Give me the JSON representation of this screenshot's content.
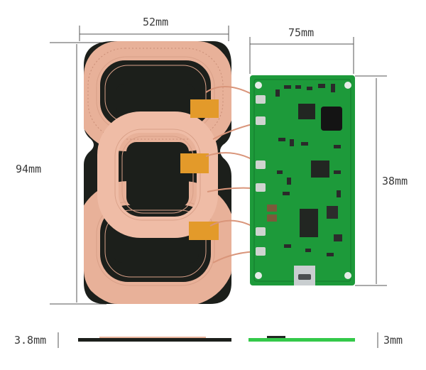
{
  "dimensions": {
    "coil_width": "52mm",
    "board_width": "75mm",
    "coil_height": "94mm",
    "board_height": "38mm",
    "coil_thickness": "3.8mm",
    "board_thickness": "3mm"
  },
  "colors": {
    "background": "#ffffff",
    "ferrite": "#1c1f1b",
    "copper_wire": "#e8b199",
    "copper_dark": "#c98d76",
    "kapton_tape": "#e39a2a",
    "pcb": "#1d9a3a",
    "pcb_dark": "#147a2c",
    "pad": "#cfd4d0",
    "guide_line": "#555555"
  },
  "icons": [
    "usb-port-icon"
  ]
}
